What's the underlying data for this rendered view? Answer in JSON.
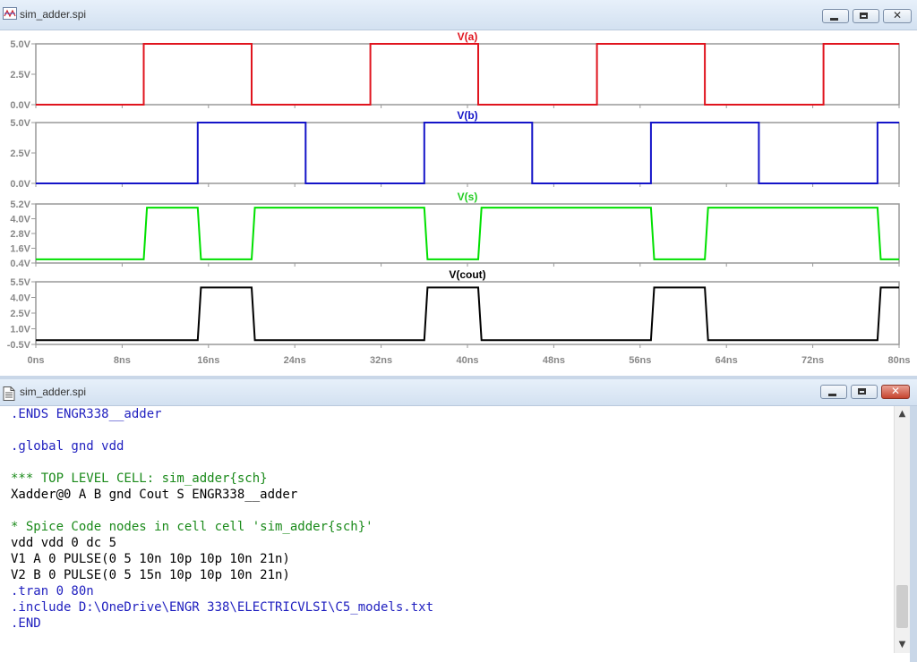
{
  "waveform_window": {
    "title": "sim_adder.spi",
    "min_icon": "minimize-icon",
    "max_icon": "maximize-icon",
    "close_icon": "close-icon"
  },
  "netlist_window": {
    "title": "sim_adder.spi",
    "lines": [
      {
        "text": ".ENDS ENGR338__adder",
        "color": "#1f1fbf"
      },
      {
        "text": "",
        "color": "#000000"
      },
      {
        "text": ".global gnd vdd",
        "color": "#1f1fbf"
      },
      {
        "text": "",
        "color": "#000000"
      },
      {
        "text": "*** TOP LEVEL CELL: sim_adder{sch}",
        "color": "#1a8a1a"
      },
      {
        "text": "Xadder@0 A B gnd Cout S ENGR338__adder",
        "color": "#000000"
      },
      {
        "text": "",
        "color": "#000000"
      },
      {
        "text": "* Spice Code nodes in cell cell 'sim_adder{sch}'",
        "color": "#1a8a1a"
      },
      {
        "text": "vdd vdd 0 dc 5",
        "color": "#000000"
      },
      {
        "text": "V1 A 0 PULSE(0 5 10n 10p 10p 10n 21n)",
        "color": "#000000"
      },
      {
        "text": "V2 B 0 PULSE(0 5 15n 10p 10p 10n 21n)",
        "color": "#000000"
      },
      {
        "text": ".tran 0 80n",
        "color": "#1f1fbf"
      },
      {
        "text": ".include D:\\OneDrive\\ENGR 338\\ELECTRICVLSI\\C5_models.txt",
        "color": "#1f1fbf"
      },
      {
        "text": ".END",
        "color": "#1f1fbf"
      }
    ]
  },
  "chart_data": {
    "type": "line",
    "x_unit": "ns",
    "xlim": [
      0,
      80
    ],
    "x_ticks": [
      0,
      8,
      16,
      24,
      32,
      40,
      48,
      56,
      64,
      72,
      80
    ],
    "x_tick_labels": [
      "0ns",
      "8ns",
      "16ns",
      "24ns",
      "32ns",
      "40ns",
      "48ns",
      "56ns",
      "64ns",
      "72ns",
      "80ns"
    ],
    "grid": false,
    "panels": [
      {
        "name": "V(a)",
        "color": "#e0141e",
        "ylim": [
          0,
          5
        ],
        "y_ticks": [
          0,
          2.5,
          5
        ],
        "y_tick_labels": [
          "0.0V",
          "2.5V",
          "5.0V"
        ],
        "points": [
          [
            0,
            0
          ],
          [
            10,
            0
          ],
          [
            10,
            5
          ],
          [
            20,
            5
          ],
          [
            20,
            0
          ],
          [
            31,
            0
          ],
          [
            31,
            5
          ],
          [
            41,
            5
          ],
          [
            41,
            0
          ],
          [
            52,
            0
          ],
          [
            52,
            5
          ],
          [
            62,
            5
          ],
          [
            62,
            0
          ],
          [
            73,
            0
          ],
          [
            73,
            5
          ],
          [
            80,
            5
          ]
        ]
      },
      {
        "name": "V(b)",
        "color": "#1414c8",
        "ylim": [
          0,
          5
        ],
        "y_ticks": [
          0,
          2.5,
          5
        ],
        "y_tick_labels": [
          "0.0V",
          "2.5V",
          "5.0V"
        ],
        "points": [
          [
            0,
            0
          ],
          [
            15,
            0
          ],
          [
            15,
            5
          ],
          [
            25,
            5
          ],
          [
            25,
            0
          ],
          [
            36,
            0
          ],
          [
            36,
            5
          ],
          [
            46,
            5
          ],
          [
            46,
            0
          ],
          [
            57,
            0
          ],
          [
            57,
            5
          ],
          [
            67,
            5
          ],
          [
            67,
            0
          ],
          [
            78,
            0
          ],
          [
            78,
            5
          ],
          [
            80,
            5
          ]
        ]
      },
      {
        "name": "V(s)",
        "color": "#00e000",
        "ylim": [
          0.4,
          5.2
        ],
        "y_ticks": [
          0.4,
          1.6,
          2.8,
          4.0,
          5.2
        ],
        "y_tick_labels": [
          "0.4V",
          "1.6V",
          "2.8V",
          "4.0V",
          "5.2V"
        ],
        "points": [
          [
            0,
            0.7
          ],
          [
            10,
            0.7
          ],
          [
            10.3,
            4.9
          ],
          [
            15,
            4.9
          ],
          [
            15.3,
            0.7
          ],
          [
            20,
            0.7
          ],
          [
            20.3,
            4.9
          ],
          [
            36,
            4.9
          ],
          [
            36.3,
            0.7
          ],
          [
            41,
            0.7
          ],
          [
            41.3,
            4.9
          ],
          [
            57,
            4.9
          ],
          [
            57.3,
            0.7
          ],
          [
            62,
            0.7
          ],
          [
            62.3,
            4.9
          ],
          [
            78,
            4.9
          ],
          [
            78.3,
            0.7
          ],
          [
            80,
            0.7
          ]
        ]
      },
      {
        "name": "V(cout)",
        "color": "#000000",
        "ylim": [
          -0.5,
          5.5
        ],
        "y_ticks": [
          -0.5,
          1.0,
          2.5,
          4.0,
          5.5
        ],
        "y_tick_labels": [
          "-0.5V",
          "1.0V",
          "2.5V",
          "4.0V",
          "5.5V"
        ],
        "points": [
          [
            0,
            -0.1
          ],
          [
            15,
            -0.1
          ],
          [
            15.3,
            4.95
          ],
          [
            20,
            4.95
          ],
          [
            20.3,
            -0.1
          ],
          [
            36,
            -0.1
          ],
          [
            36.3,
            4.95
          ],
          [
            41,
            4.95
          ],
          [
            41.3,
            -0.1
          ],
          [
            57,
            -0.1
          ],
          [
            57.3,
            4.95
          ],
          [
            62,
            4.95
          ],
          [
            62.3,
            -0.1
          ],
          [
            78,
            -0.1
          ],
          [
            78.3,
            4.95
          ],
          [
            80,
            4.95
          ]
        ]
      }
    ]
  }
}
